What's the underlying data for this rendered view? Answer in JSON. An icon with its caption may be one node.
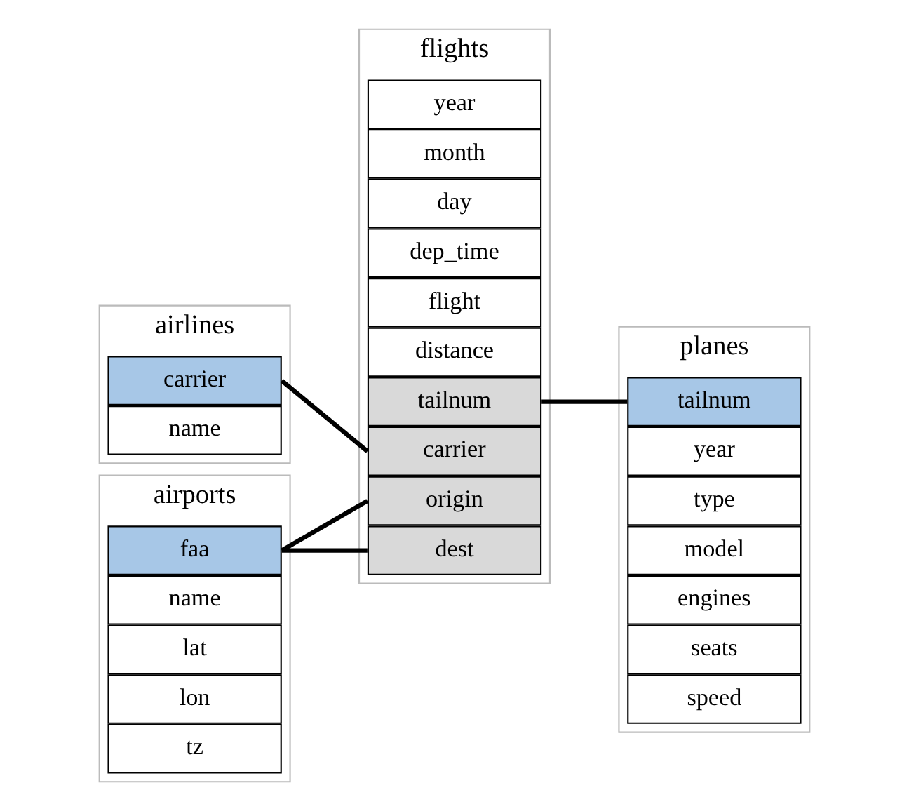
{
  "diagram": {
    "nodes": [
      {
        "text": [
          "airlines"
        ]
      },
      {
        "text": [
          "carrier"
        ],
        "in": 0
      },
      {
        "text": [
          "name"
        ],
        "in": 0
      },
      {
        "text": [
          "flights"
        ]
      },
      {
        "text": [
          "year"
        ],
        "in": 3
      },
      {
        "text": [
          "month"
        ],
        "in": 3
      },
      {
        "text": [
          "day"
        ],
        "in": 3
      },
      {
        "text": [
          "dep_time"
        ],
        "in": 3
      },
      {
        "text": [
          "flight"
        ],
        "in": 3
      },
      {
        "text": [
          "distance"
        ],
        "in": 3
      },
      {
        "text": [
          "tailnum"
        ],
        "in": 3
      },
      {
        "text": [
          "carrier"
        ],
        "in": 3
      },
      {
        "text": [
          "origin"
        ],
        "in": 3
      },
      {
        "text": [
          "dest"
        ],
        "in": 3
      },
      {
        "text": [
          "planes"
        ]
      },
      {
        "text": [
          "tailnum"
        ],
        "in": 14
      },
      {
        "text": [
          "year"
        ],
        "in": 14
      },
      {
        "text": [
          "type"
        ],
        "in": 14
      },
      {
        "text": [
          "model"
        ],
        "in": 14
      },
      {
        "text": [
          "engines"
        ],
        "in": 14
      },
      {
        "text": [
          "seats"
        ],
        "in": 14
      },
      {
        "text": [
          "speed"
        ],
        "in": 14
      },
      {
        "text": [
          "airports"
        ]
      },
      {
        "text": [
          "faa"
        ],
        "in": 22
      },
      {
        "text": [
          "name"
        ],
        "in": 22
      },
      {
        "text": [
          "lat"
        ],
        "in": 22
      },
      {
        "text": [
          "lon"
        ],
        "in": 22
      },
      {
        "text": [
          "tz"
        ],
        "in": 22
      }
    ],
    "edges": [
      {
        "from": 1,
        "to": 11,
        "arrow": "none"
      },
      {
        "from": 10,
        "to": 15,
        "arrow": "none"
      },
      {
        "from": 23,
        "to": 12,
        "arrow": "none"
      },
      {
        "from": 23,
        "to": 13,
        "arrow": "none"
      }
    ]
  }
}
